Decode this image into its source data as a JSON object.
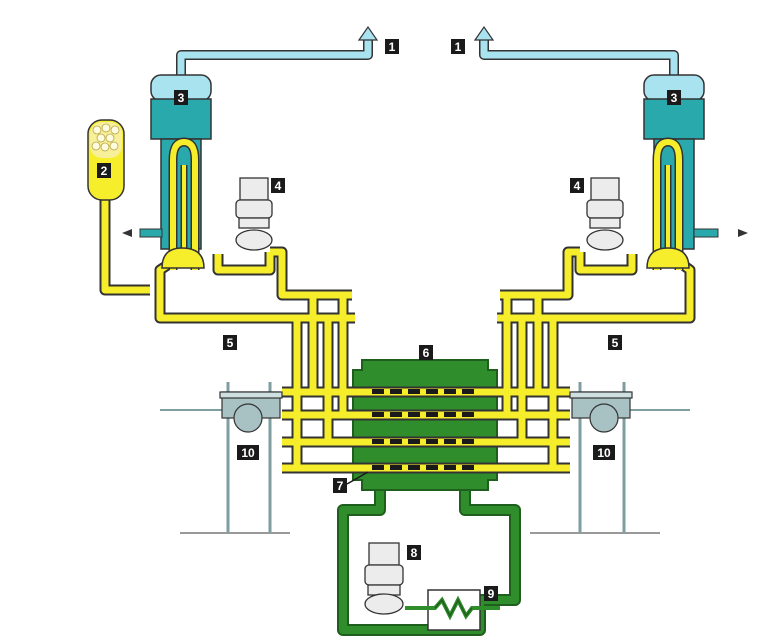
{
  "labels": {
    "steam_outlet_left": "1",
    "steam_outlet_right": "1",
    "pressurizer": "2",
    "steam_generator_left": "3",
    "steam_generator_right": "3",
    "coolant_pump_left": "4",
    "coolant_pump_right": "4",
    "coolant_loop_left": "5",
    "coolant_loop_right": "5",
    "calandria": "6",
    "fuel_channel": "7",
    "moderator_pump": "8",
    "heat_exchanger": "9",
    "fueling_machine_left": "10",
    "fueling_machine_right": "10"
  },
  "colors": {
    "primary_coolant": "#f6ee2b",
    "steam": "#a9e3ef",
    "steam_generator_water": "#2aa9ad",
    "moderator": "#2f8d2c",
    "pump": "#ececec",
    "fueling_machine": "#a8c2c4",
    "pressurizer_fill": "#f8ef9a",
    "outline": "#333333"
  }
}
